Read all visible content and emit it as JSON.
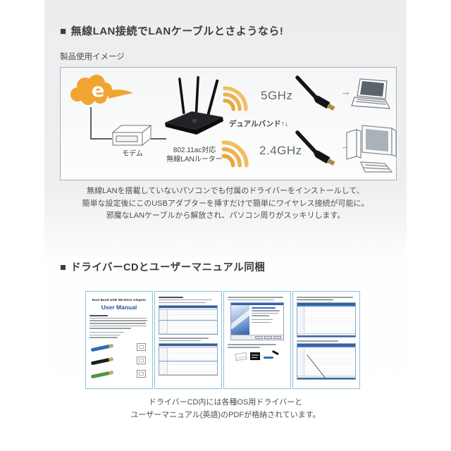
{
  "section1": {
    "bullet": "■",
    "title": "無線LAN接続でLANケーブルとさようなら!",
    "caption": "製品使用イメージ",
    "diagram": {
      "modem": "モデム",
      "router_line1": "802.11ac対応",
      "router_line2": "無線LANルーター",
      "band_5": "5GHz",
      "band_24": "2.4GHz",
      "dual_band": "デュアルバンド",
      "dual_arrows": "↑↓",
      "arrow_right": "→"
    },
    "description": [
      "無線LANを搭載していないパソコンでも付属のドライバーをインストールして、",
      "簡単な設定後にこのUSBアダプターを挿すだけで簡単にワイヤレス接続が可能に。",
      "邪魔なLANケーブルから解放され、パソコン周りがスッキリします。"
    ]
  },
  "section2": {
    "bullet": "■",
    "title": "ドライバーCDとユーザーマニュアル同梱",
    "manual_cover": {
      "product": "Dual Band USB Wireless Adapter",
      "title": "User Manual"
    },
    "note": [
      "ドライバーCD内には各種OS用ドライバーと",
      "ユーザーマニュアル(英語)のPDFが格納されています。"
    ]
  },
  "colors": {
    "cloud_orange": "#f0a532",
    "wifi_orange": "#edb04a",
    "page_border_blue": "#8ac3da",
    "manual_title_blue": "#2b55a4",
    "background_gray": "#ecedef"
  }
}
